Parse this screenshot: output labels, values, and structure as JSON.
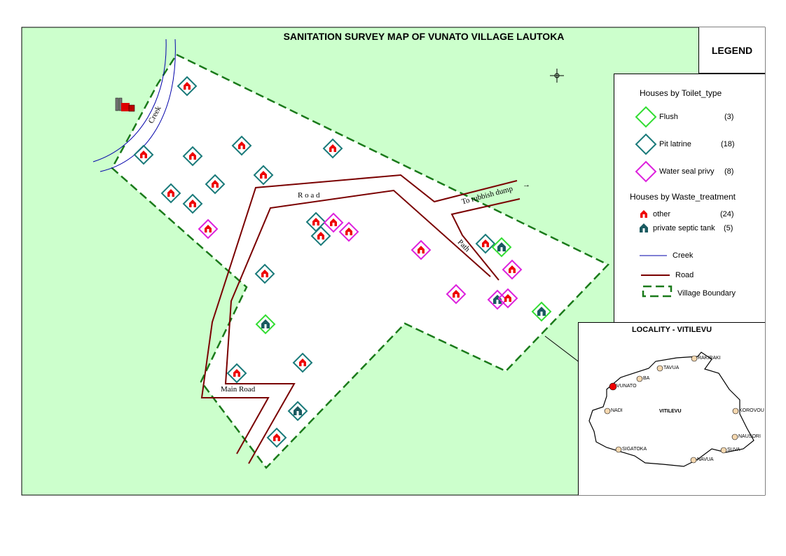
{
  "title": "SANITATION SURVEY MAP OF VUNATO VILLAGE  LAUTOKA",
  "legend": {
    "heading": "LEGEND",
    "toilet_group": "Houses by Toilet_type",
    "toilet_types": [
      {
        "label": "Flush",
        "count": "(3)",
        "color": "#33dd33"
      },
      {
        "label": "Pit latrine",
        "count": "(18)",
        "color": "#1a7a7a"
      },
      {
        "label": "Water seal privy",
        "count": "(8)",
        "color": "#dd22dd"
      }
    ],
    "waste_group": "Houses by Waste_treatment",
    "waste_types": [
      {
        "label": "other",
        "count": "(24)",
        "icon": "red-house-icon",
        "color": "#ee0000"
      },
      {
        "label": "private septic tank",
        "count": "(5)",
        "icon": "septic-house-icon",
        "color": "#1a5a60"
      }
    ],
    "lines": [
      {
        "label": "Creek",
        "color": "#0000aa"
      },
      {
        "label": "Road",
        "color": "#7a0000"
      },
      {
        "label": "Village Boundary",
        "color": "#1a7a1a"
      }
    ]
  },
  "map_labels": {
    "creek": "Creek",
    "road": "R o a d",
    "path": "Path",
    "rubbish": "To rubbish dump",
    "arrow": "→",
    "main_road": "Main Road"
  },
  "colors": {
    "land": "#ccffcc",
    "village": "#ffffff"
  },
  "inset": {
    "title": "LOCALITY - VITILEVU",
    "island": "VITILEVU",
    "towns": [
      "RAKIRAKI",
      "TAVUA",
      "BA",
      "VUNATO",
      "NADI",
      "KOROVOU",
      "NAUSORI",
      "SUVA",
      "NAVUA",
      "SIGATOKA"
    ]
  }
}
